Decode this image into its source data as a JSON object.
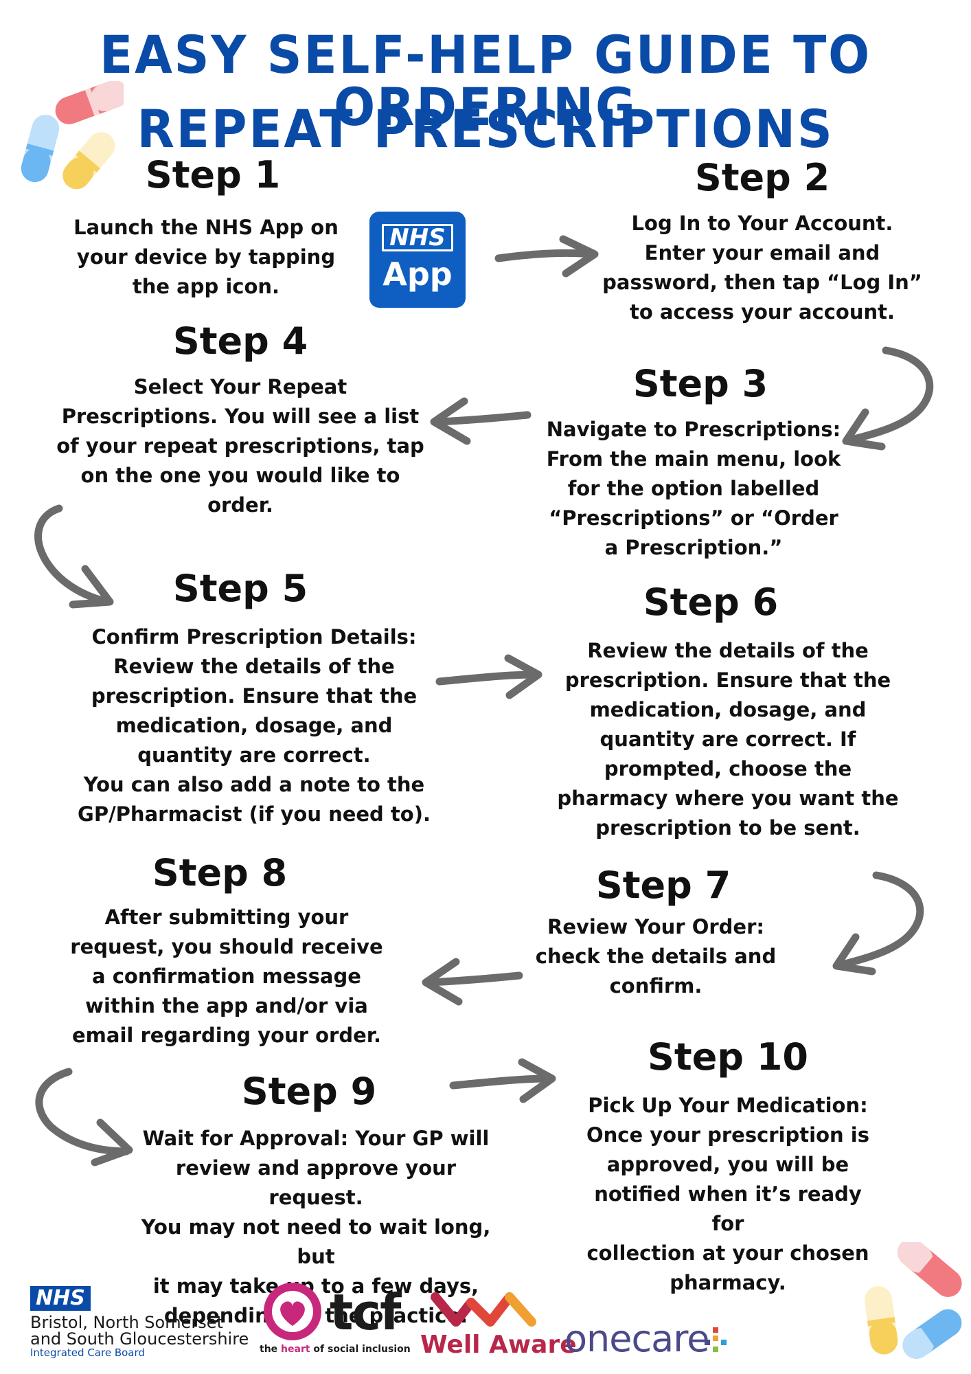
{
  "title": {
    "line1": "Easy Self-Help Guide to Ordering",
    "line2": "Repeat Prescriptions"
  },
  "colors": {
    "title": "#0a4ba8",
    "text": "#111111",
    "arrow": "#6b6b6b",
    "nhs_blue": "#0f5fc2"
  },
  "app_icon": {
    "nhs": "NHS",
    "app": "App"
  },
  "steps": [
    {
      "title": "Step 1",
      "text": "Launch the NHS App on\nyour device by tapping\nthe app icon."
    },
    {
      "title": "Step 2",
      "text": "Log In to Your Account.\nEnter your email and\npassword, then tap “Log In”\nto access your account."
    },
    {
      "title": "Step 3",
      "text": "Navigate to Prescriptions:\nFrom the main menu, look\nfor the option labelled\n“Prescriptions” or “Order\na Prescription.”"
    },
    {
      "title": "Step 4",
      "text": "Select Your Repeat\nPrescriptions. You will see a list\nof your repeat prescriptions, tap\non the one you would like to\norder."
    },
    {
      "title": "Step 5",
      "text": "Confirm Prescription Details:\nReview the details of the\nprescription. Ensure that the\nmedication, dosage, and\nquantity are correct.\nYou can also add a note to the\nGP/Pharmacist (if you need to)."
    },
    {
      "title": "Step 6",
      "text": "Review the details of the\nprescription. Ensure that the\nmedication, dosage, and\nquantity are correct. If\nprompted, choose the\npharmacy where you want the\nprescription to be sent."
    },
    {
      "title": "Step 7",
      "text": "Review Your Order:\ncheck the details and\nconfirm."
    },
    {
      "title": "Step 8",
      "text": "After submitting your\nrequest, you should receive\na confirmation message\nwithin the app and/or via\nemail regarding your order."
    },
    {
      "title": "Step 9",
      "text": "Wait for Approval: Your GP will\nreview and approve your request.\nYou may not need to wait long, but\nit may take up to a few days,\ndepending on the practice."
    },
    {
      "title": "Step 10",
      "text": "Pick Up Your Medication:\nOnce your prescription is\napproved, you will be\nnotified when it’s ready for\ncollection at your chosen\npharmacy."
    }
  ],
  "footer": {
    "nhs_badge": "NHS",
    "nhs_line1": "Bristol, North Somerset",
    "nhs_line2": "and South Gloucestershire",
    "nhs_sub": "Integrated Care Board",
    "tcf": "tcf",
    "tcf_tag_pre": "the ",
    "tcf_tag_accent": "heart",
    "tcf_tag_post": " of social inclusion",
    "wellaware": "Well Aware",
    "onecare": "onecare"
  }
}
